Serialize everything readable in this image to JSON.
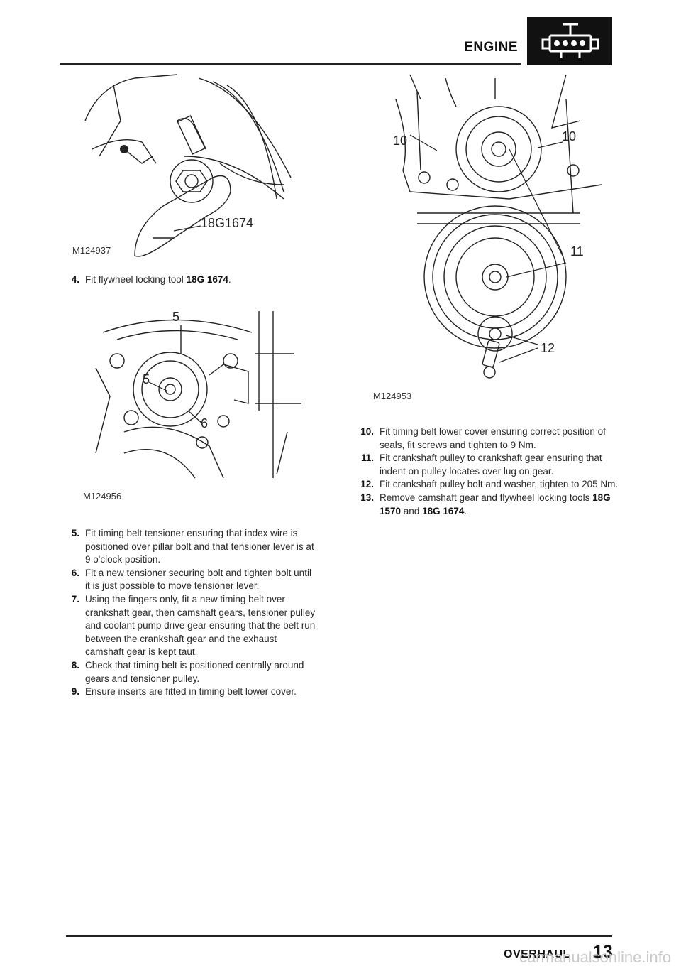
{
  "header": {
    "title": "ENGINE"
  },
  "footer": {
    "section": "OVERHAUL",
    "page": "13"
  },
  "figures": {
    "fig1": {
      "ref": "M124937",
      "callouts": [
        "18G1674"
      ]
    },
    "fig2": {
      "ref": "M124956",
      "callouts": [
        "5",
        "5",
        "6"
      ]
    },
    "fig3": {
      "ref": "M124953",
      "callouts": [
        "10",
        "10",
        "11",
        "12"
      ]
    }
  },
  "steps_left": {
    "s4": {
      "num": "4.",
      "text": "Fit flywheel locking tool ",
      "bold1": "18G 1674",
      "tail": "."
    },
    "s5": {
      "num": "5.",
      "text": "Fit timing belt tensioner ensuring that index wire is positioned over pillar bolt and that tensioner lever is at 9 o'clock position."
    },
    "s6": {
      "num": "6.",
      "text": "Fit a new tensioner securing bolt and tighten bolt until it is just possible to move tensioner lever."
    },
    "s7": {
      "num": "7.",
      "text": "Using the fingers only, fit a new timing belt over crankshaft gear, then camshaft gears, tensioner pulley and coolant pump drive gear ensuring that the belt run between the crankshaft gear and the exhaust camshaft gear is kept taut."
    },
    "s8": {
      "num": "8.",
      "text": "Check that timing belt is positioned centrally around gears and tensioner pulley."
    },
    "s9": {
      "num": "9.",
      "text": "Ensure inserts are fitted in timing belt lower cover."
    }
  },
  "steps_right": {
    "s10": {
      "num": "10.",
      "text": "Fit timing belt lower cover ensuring correct position of seals, fit screws and tighten to 9 Nm."
    },
    "s11": {
      "num": "11.",
      "text": "Fit crankshaft pulley to crankshaft gear ensuring that indent on pulley locates over lug on gear."
    },
    "s12": {
      "num": "12.",
      "text": "Fit crankshaft pulley bolt and washer, tighten to 205 Nm."
    },
    "s13": {
      "num": "13.",
      "text": "Remove camshaft gear and flywheel locking tools ",
      "bold1": "18G 1570",
      "mid": " and ",
      "bold2": "18G 1674",
      "tail": "."
    }
  },
  "watermark": "carmanualsonline.info"
}
